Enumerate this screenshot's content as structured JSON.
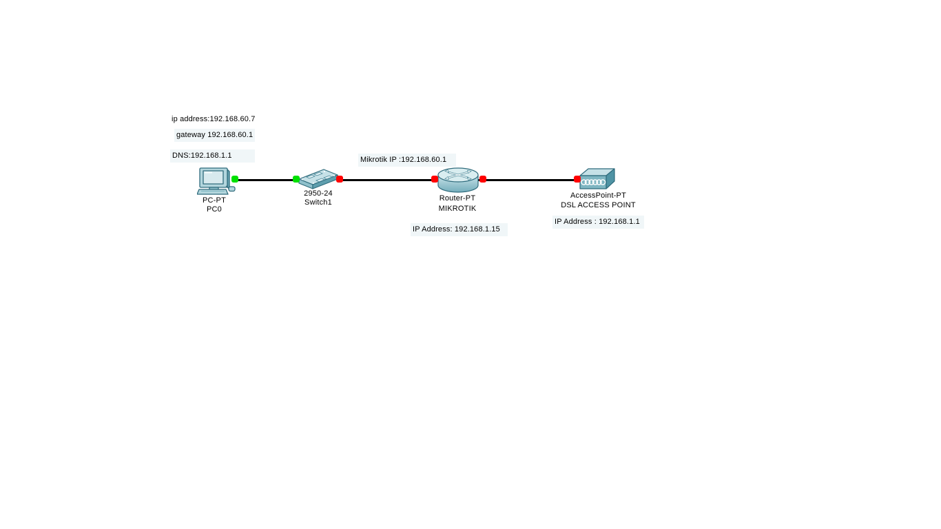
{
  "notes": {
    "pc_ip": "ip address:192.168.60.7",
    "pc_gateway": "gateway 192.168.60.1",
    "pc_dns": "DNS:192.168.1.1",
    "mikrotik_wan_ip": "Mikrotik IP :192.168.60.1",
    "router_lan_ip": "IP Address: 192.168.1.15",
    "ap_ip": "IP Address : 192.168.1.1"
  },
  "devices": {
    "pc": {
      "model": "PC-PT",
      "name": "PC0"
    },
    "switch": {
      "model": "2950-24",
      "name": "Switch1"
    },
    "router": {
      "model": "Router-PT",
      "name": "MIKROTIK"
    },
    "access_point": {
      "model": "AccessPoint-PT",
      "name": "DSL ACCESS POINT"
    }
  },
  "links": [
    {
      "from": "PC0",
      "to": "Switch1",
      "from_status": "up",
      "to_status": "up"
    },
    {
      "from": "Switch1",
      "to": "MIKROTIK",
      "from_status": "down",
      "to_status": "down"
    },
    {
      "from": "MIKROTIK",
      "to": "DSL ACCESS POINT",
      "from_status": "down",
      "to_status": "down"
    }
  ],
  "colors": {
    "canvas_bg": "#ffffff",
    "link_line": "#000000",
    "status_up": "#00e000",
    "status_down": "#ff0000",
    "note_bg": "#f0f6f8",
    "device_outline": "#2f6b7c",
    "device_face_light": "#c6e1e7",
    "device_face_mid": "#8fc0cb",
    "device_face_dark": "#5f9fae"
  }
}
